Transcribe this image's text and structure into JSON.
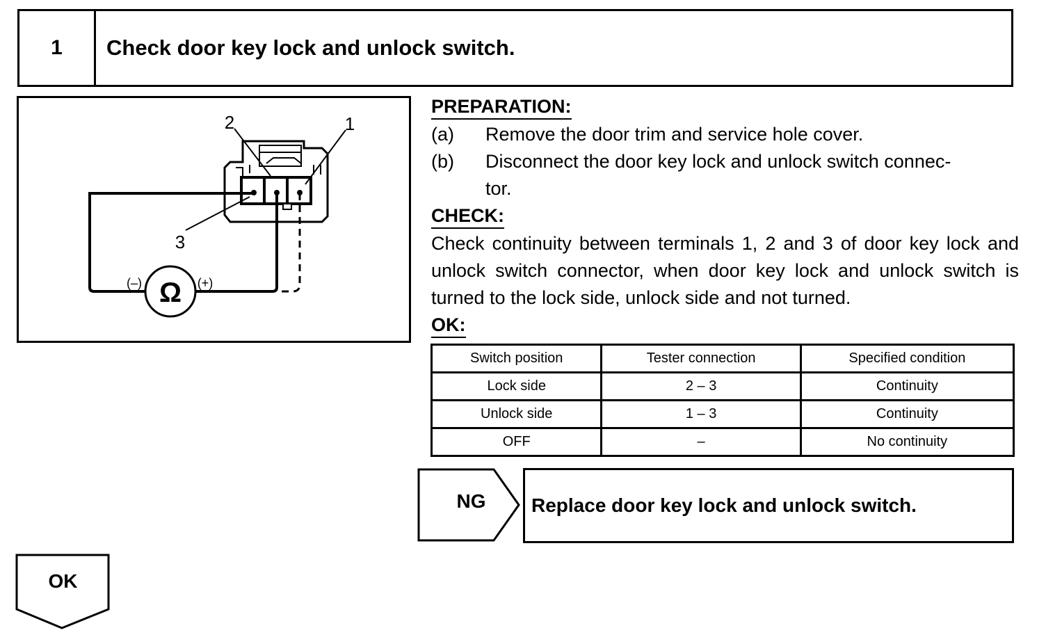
{
  "step": {
    "number": "1",
    "title": "Check door key lock and unlock switch."
  },
  "diagram": {
    "terminal_1": "1",
    "terminal_2": "2",
    "terminal_3": "3",
    "minus": "(–)",
    "plus": "(+)",
    "ohm_symbol": "Ω"
  },
  "preparation": {
    "heading": "PREPARATION:",
    "items": [
      {
        "label": "(a)",
        "text": "Remove the door trim and service hole cover."
      },
      {
        "label": "(b)",
        "text": "Disconnect the door key lock and unlock switch connec-",
        "text2": "tor."
      }
    ]
  },
  "check": {
    "heading": "CHECK:",
    "text": "Check continuity between terminals 1, 2 and 3 of door key lock and unlock switch connector, when door key lock and unlock switch is turned to the lock side, unlock side and not turned."
  },
  "ok_section": {
    "heading": "OK:"
  },
  "table": {
    "headers": [
      "Switch position",
      "Tester connection",
      "Specified condition"
    ],
    "rows": [
      [
        "Lock side",
        "2 – 3",
        "Continuity"
      ],
      [
        "Unlock side",
        "1 – 3",
        "Continuity"
      ],
      [
        "OFF",
        "–",
        "No continuity"
      ]
    ]
  },
  "ng": {
    "label": "NG",
    "action": "Replace door key lock and unlock switch."
  },
  "ok": {
    "label": "OK"
  }
}
